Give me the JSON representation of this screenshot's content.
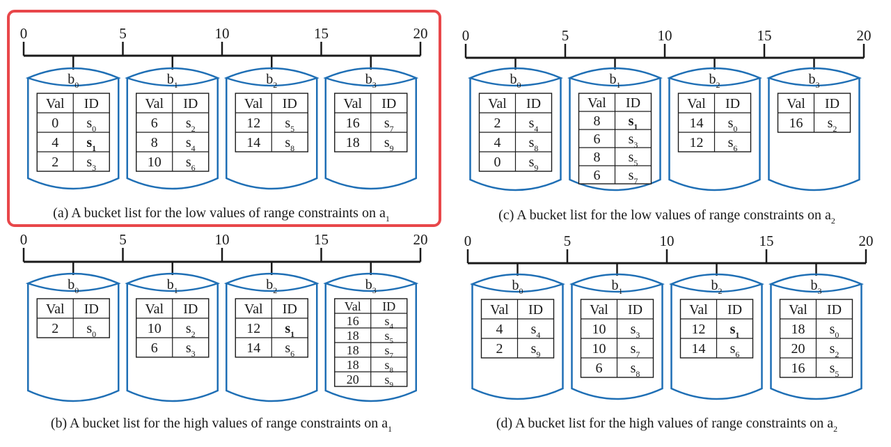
{
  "panels": [
    {
      "id": "a",
      "caption": "(a) A bucket list for the low values of range constraints on a",
      "caption_sub": "1",
      "highlighted": true,
      "ticks": [
        "0",
        "5",
        "10",
        "15",
        "20"
      ],
      "header": [
        "Val",
        "ID"
      ],
      "buckets": [
        {
          "label": "b",
          "sub": "0",
          "rows": [
            [
              "0",
              "s",
              "0",
              false
            ],
            [
              "4",
              "s",
              "1",
              true
            ],
            [
              "2",
              "s",
              "3",
              false
            ]
          ]
        },
        {
          "label": "b",
          "sub": "1",
          "rows": [
            [
              "6",
              "s",
              "2",
              false
            ],
            [
              "8",
              "s",
              "4",
              false
            ],
            [
              "10",
              "s",
              "6",
              false
            ]
          ]
        },
        {
          "label": "b",
          "sub": "2",
          "rows": [
            [
              "12",
              "s",
              "5",
              false
            ],
            [
              "14",
              "s",
              "8",
              false
            ]
          ]
        },
        {
          "label": "b",
          "sub": "3",
          "rows": [
            [
              "16",
              "s",
              "7",
              false
            ],
            [
              "18",
              "s",
              "9",
              false
            ]
          ]
        }
      ]
    },
    {
      "id": "c",
      "caption": "(c) A bucket list for the low values of range constraints on a",
      "caption_sub": "2",
      "highlighted": false,
      "ticks": [
        "0",
        "5",
        "10",
        "15",
        "20"
      ],
      "header": [
        "Val",
        "ID"
      ],
      "buckets": [
        {
          "label": "b",
          "sub": "0",
          "rows": [
            [
              "2",
              "s",
              "4",
              false
            ],
            [
              "4",
              "s",
              "8",
              false
            ],
            [
              "0",
              "s",
              "9",
              false
            ]
          ]
        },
        {
          "label": "b",
          "sub": "1",
          "rows": [
            [
              "8",
              "s",
              "1",
              true
            ],
            [
              "6",
              "s",
              "3",
              false
            ],
            [
              "8",
              "s",
              "5",
              false
            ],
            [
              "6",
              "s",
              "7",
              false
            ]
          ]
        },
        {
          "label": "b",
          "sub": "2",
          "rows": [
            [
              "14",
              "s",
              "0",
              false
            ],
            [
              "12",
              "s",
              "6",
              false
            ]
          ]
        },
        {
          "label": "b",
          "sub": "3",
          "rows": [
            [
              "16",
              "s",
              "2",
              false
            ]
          ]
        }
      ]
    },
    {
      "id": "b",
      "caption": "(b) A bucket list for the high values of range constraints on a",
      "caption_sub": "1",
      "highlighted": false,
      "ticks": [
        "0",
        "5",
        "10",
        "15",
        "20"
      ],
      "header": [
        "Val",
        "ID"
      ],
      "buckets": [
        {
          "label": "b",
          "sub": "0",
          "rows": [
            [
              "2",
              "s",
              "0",
              false
            ]
          ]
        },
        {
          "label": "b",
          "sub": "1",
          "rows": [
            [
              "10",
              "s",
              "2",
              false
            ],
            [
              "6",
              "s",
              "3",
              false
            ]
          ]
        },
        {
          "label": "b",
          "sub": "2",
          "rows": [
            [
              "12",
              "s",
              "1",
              true
            ],
            [
              "14",
              "s",
              "6",
              false
            ]
          ]
        },
        {
          "label": "b",
          "sub": "3",
          "rows": [
            [
              "16",
              "s",
              "4",
              false
            ],
            [
              "18",
              "s",
              "5",
              false
            ],
            [
              "18",
              "s",
              "7",
              false
            ],
            [
              "18",
              "s",
              "8",
              false
            ],
            [
              "20",
              "s",
              "9",
              false
            ]
          ]
        }
      ]
    },
    {
      "id": "d",
      "caption": "(d) A bucket list for the high values of range constraints on a",
      "caption_sub": "2",
      "highlighted": false,
      "ticks": [
        "0",
        "5",
        "10",
        "15",
        "20"
      ],
      "header": [
        "Val",
        "ID"
      ],
      "buckets": [
        {
          "label": "b",
          "sub": "0",
          "rows": [
            [
              "4",
              "s",
              "4",
              false
            ],
            [
              "2",
              "s",
              "9",
              false
            ]
          ]
        },
        {
          "label": "b",
          "sub": "1",
          "rows": [
            [
              "10",
              "s",
              "3",
              false
            ],
            [
              "10",
              "s",
              "7",
              false
            ],
            [
              "6",
              "s",
              "8",
              false
            ]
          ]
        },
        {
          "label": "b",
          "sub": "2",
          "rows": [
            [
              "12",
              "s",
              "1",
              true
            ],
            [
              "14",
              "s",
              "6",
              false
            ]
          ]
        },
        {
          "label": "b",
          "sub": "3",
          "rows": [
            [
              "18",
              "s",
              "0",
              false
            ],
            [
              "20",
              "s",
              "2",
              false
            ],
            [
              "16",
              "s",
              "5",
              false
            ]
          ]
        }
      ]
    }
  ],
  "colors": {
    "cylinder": "#1f6fb5",
    "axis": "#1a1a1a",
    "highlight_text": "#e02020",
    "selection_frame": "#e8474a"
  }
}
